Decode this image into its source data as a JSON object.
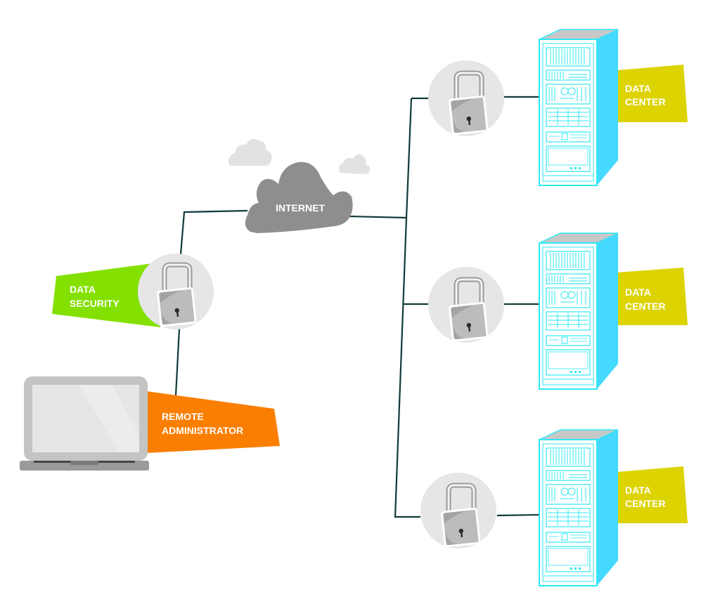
{
  "diagram": {
    "internet": {
      "label": "INTERNET",
      "color": "#8e8e8e"
    },
    "data_security": {
      "line1": "DATA",
      "line2": "SECURITY",
      "color": "#84e000"
    },
    "remote_admin": {
      "line1": "REMOTE",
      "line2": "ADMINISTRATOR",
      "color": "#fa7e00"
    },
    "data_centers": [
      {
        "line1": "DATA",
        "line2": "CENTER"
      },
      {
        "line1": "DATA",
        "line2": "CENTER"
      },
      {
        "line1": "DATA",
        "line2": "CENTER"
      }
    ],
    "colors": {
      "connector": "#0f3b3a",
      "data_center_label": "#dcd300",
      "rack_outline": "#2ee9f5",
      "rack_side": "#45d9ff",
      "lock_circle": "#e6e6e6",
      "lock_body": "#a8a8a8",
      "small_cloud": "#e2e2e2",
      "laptop": "#bdbdbd"
    },
    "icons": [
      "cloud-icon",
      "lock-icon",
      "laptop-icon",
      "server-rack-icon"
    ]
  }
}
